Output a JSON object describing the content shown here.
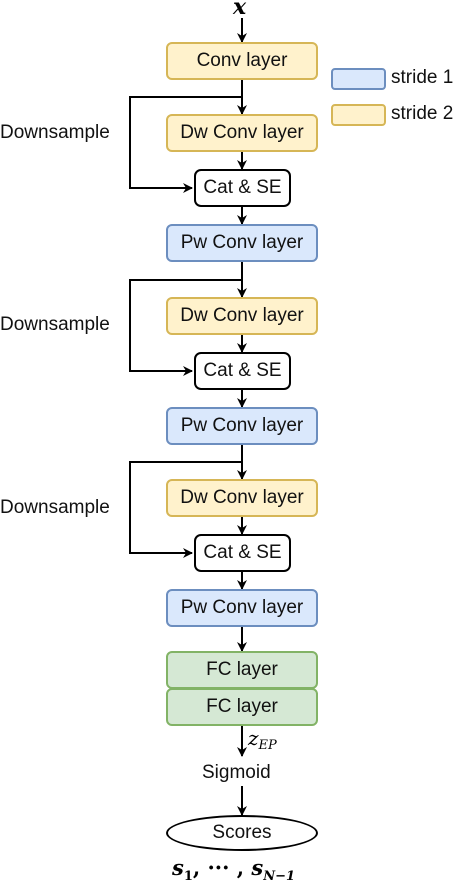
{
  "input_label": "x",
  "legend": {
    "stride1": {
      "label": "stride 1",
      "color": "#dae8fc"
    },
    "stride2": {
      "label": "stride 2",
      "color": "#fff2cc"
    }
  },
  "blocks": {
    "conv": "Conv layer",
    "dw1": "Dw Conv layer",
    "cat1": "Cat & SE",
    "pw1": "Pw Conv layer",
    "dw2": "Dw Conv layer",
    "cat2": "Cat & SE",
    "pw2": "Pw Conv layer",
    "dw3": "Dw Conv layer",
    "cat3": "Cat & SE",
    "pw3": "Pw Conv layer",
    "fc1": "FC layer",
    "fc2": "FC layer"
  },
  "downsample_labels": [
    "Downsample",
    "Downsample",
    "Downsample"
  ],
  "z_label": {
    "base": "z",
    "sub": "EP"
  },
  "sigmoid_label": "Sigmoid",
  "output_label": "Scores",
  "scores_formula": {
    "s1": "s",
    "s1_sub": "1",
    "middle": ", ··· , ",
    "sN": "s",
    "sN_sub": "N−1"
  },
  "colors": {
    "yellow_fill": "#fff2cc",
    "yellow_stroke": "#d6b656",
    "blue_fill": "#dae8fc",
    "blue_stroke": "#6c8ebf",
    "green_fill": "#d5e8d4",
    "green_stroke": "#82b366"
  }
}
